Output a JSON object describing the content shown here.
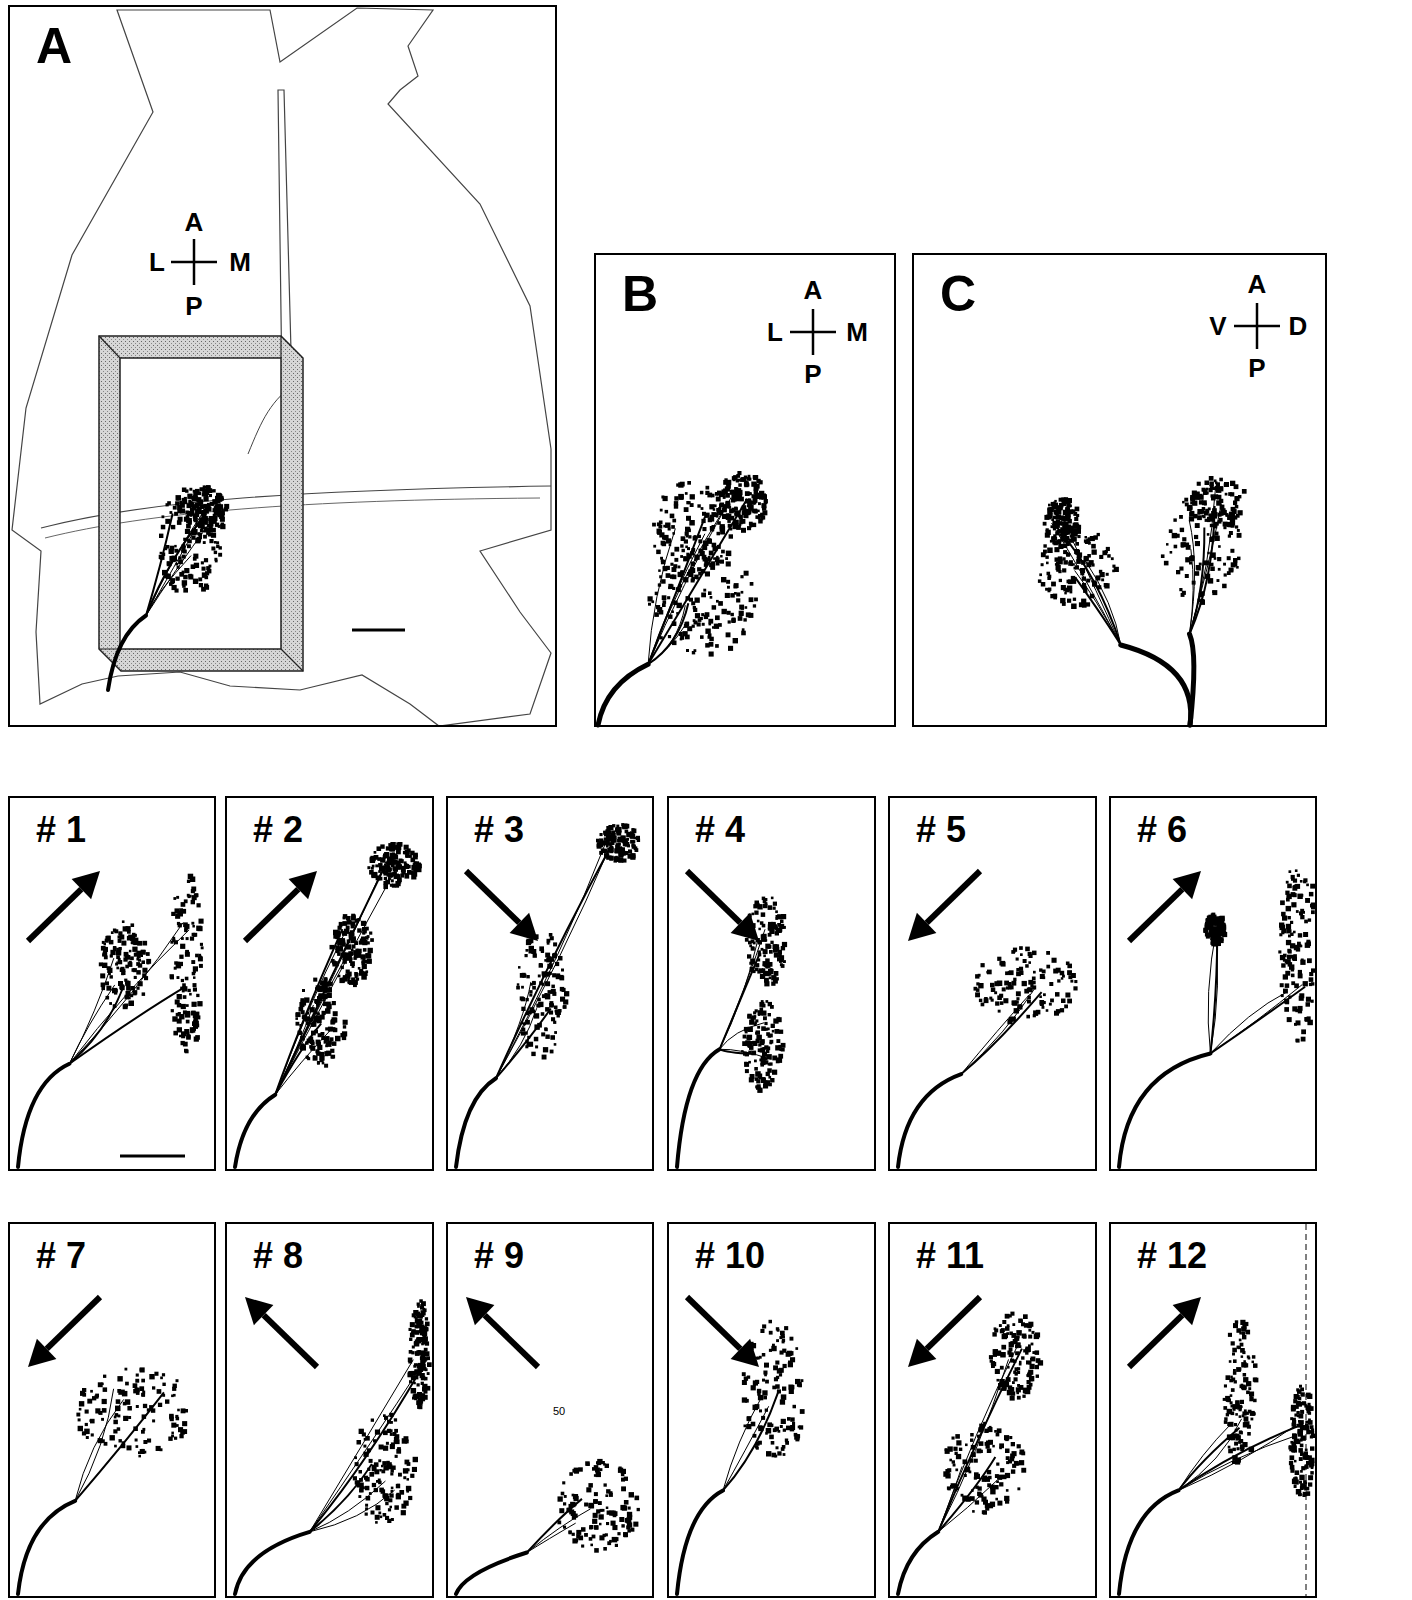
{
  "diagram": {
    "nodes": [
      {
        "text": [
          "A"
        ]
      },
      {
        "text": [
          "B"
        ]
      },
      {
        "text": [
          "C"
        ]
      },
      {
        "text": [
          "# 1"
        ]
      },
      {
        "text": [
          "# 2"
        ]
      },
      {
        "text": [
          "# 3"
        ]
      },
      {
        "text": [
          "# 4"
        ]
      },
      {
        "text": [
          "# 5"
        ]
      },
      {
        "text": [
          "# 6"
        ]
      },
      {
        "text": [
          "# 7"
        ]
      },
      {
        "text": [
          "# 8"
        ]
      },
      {
        "text": [
          "# 9"
        ]
      },
      {
        "text": [
          "# 10"
        ]
      },
      {
        "text": [
          "# 11"
        ]
      },
      {
        "text": [
          "# 12"
        ]
      }
    ],
    "labels": [
      "A",
      "L",
      "M",
      "P",
      "A",
      "L",
      "M",
      "P",
      "A",
      "V",
      "D",
      "P",
      "50"
    ]
  }
}
